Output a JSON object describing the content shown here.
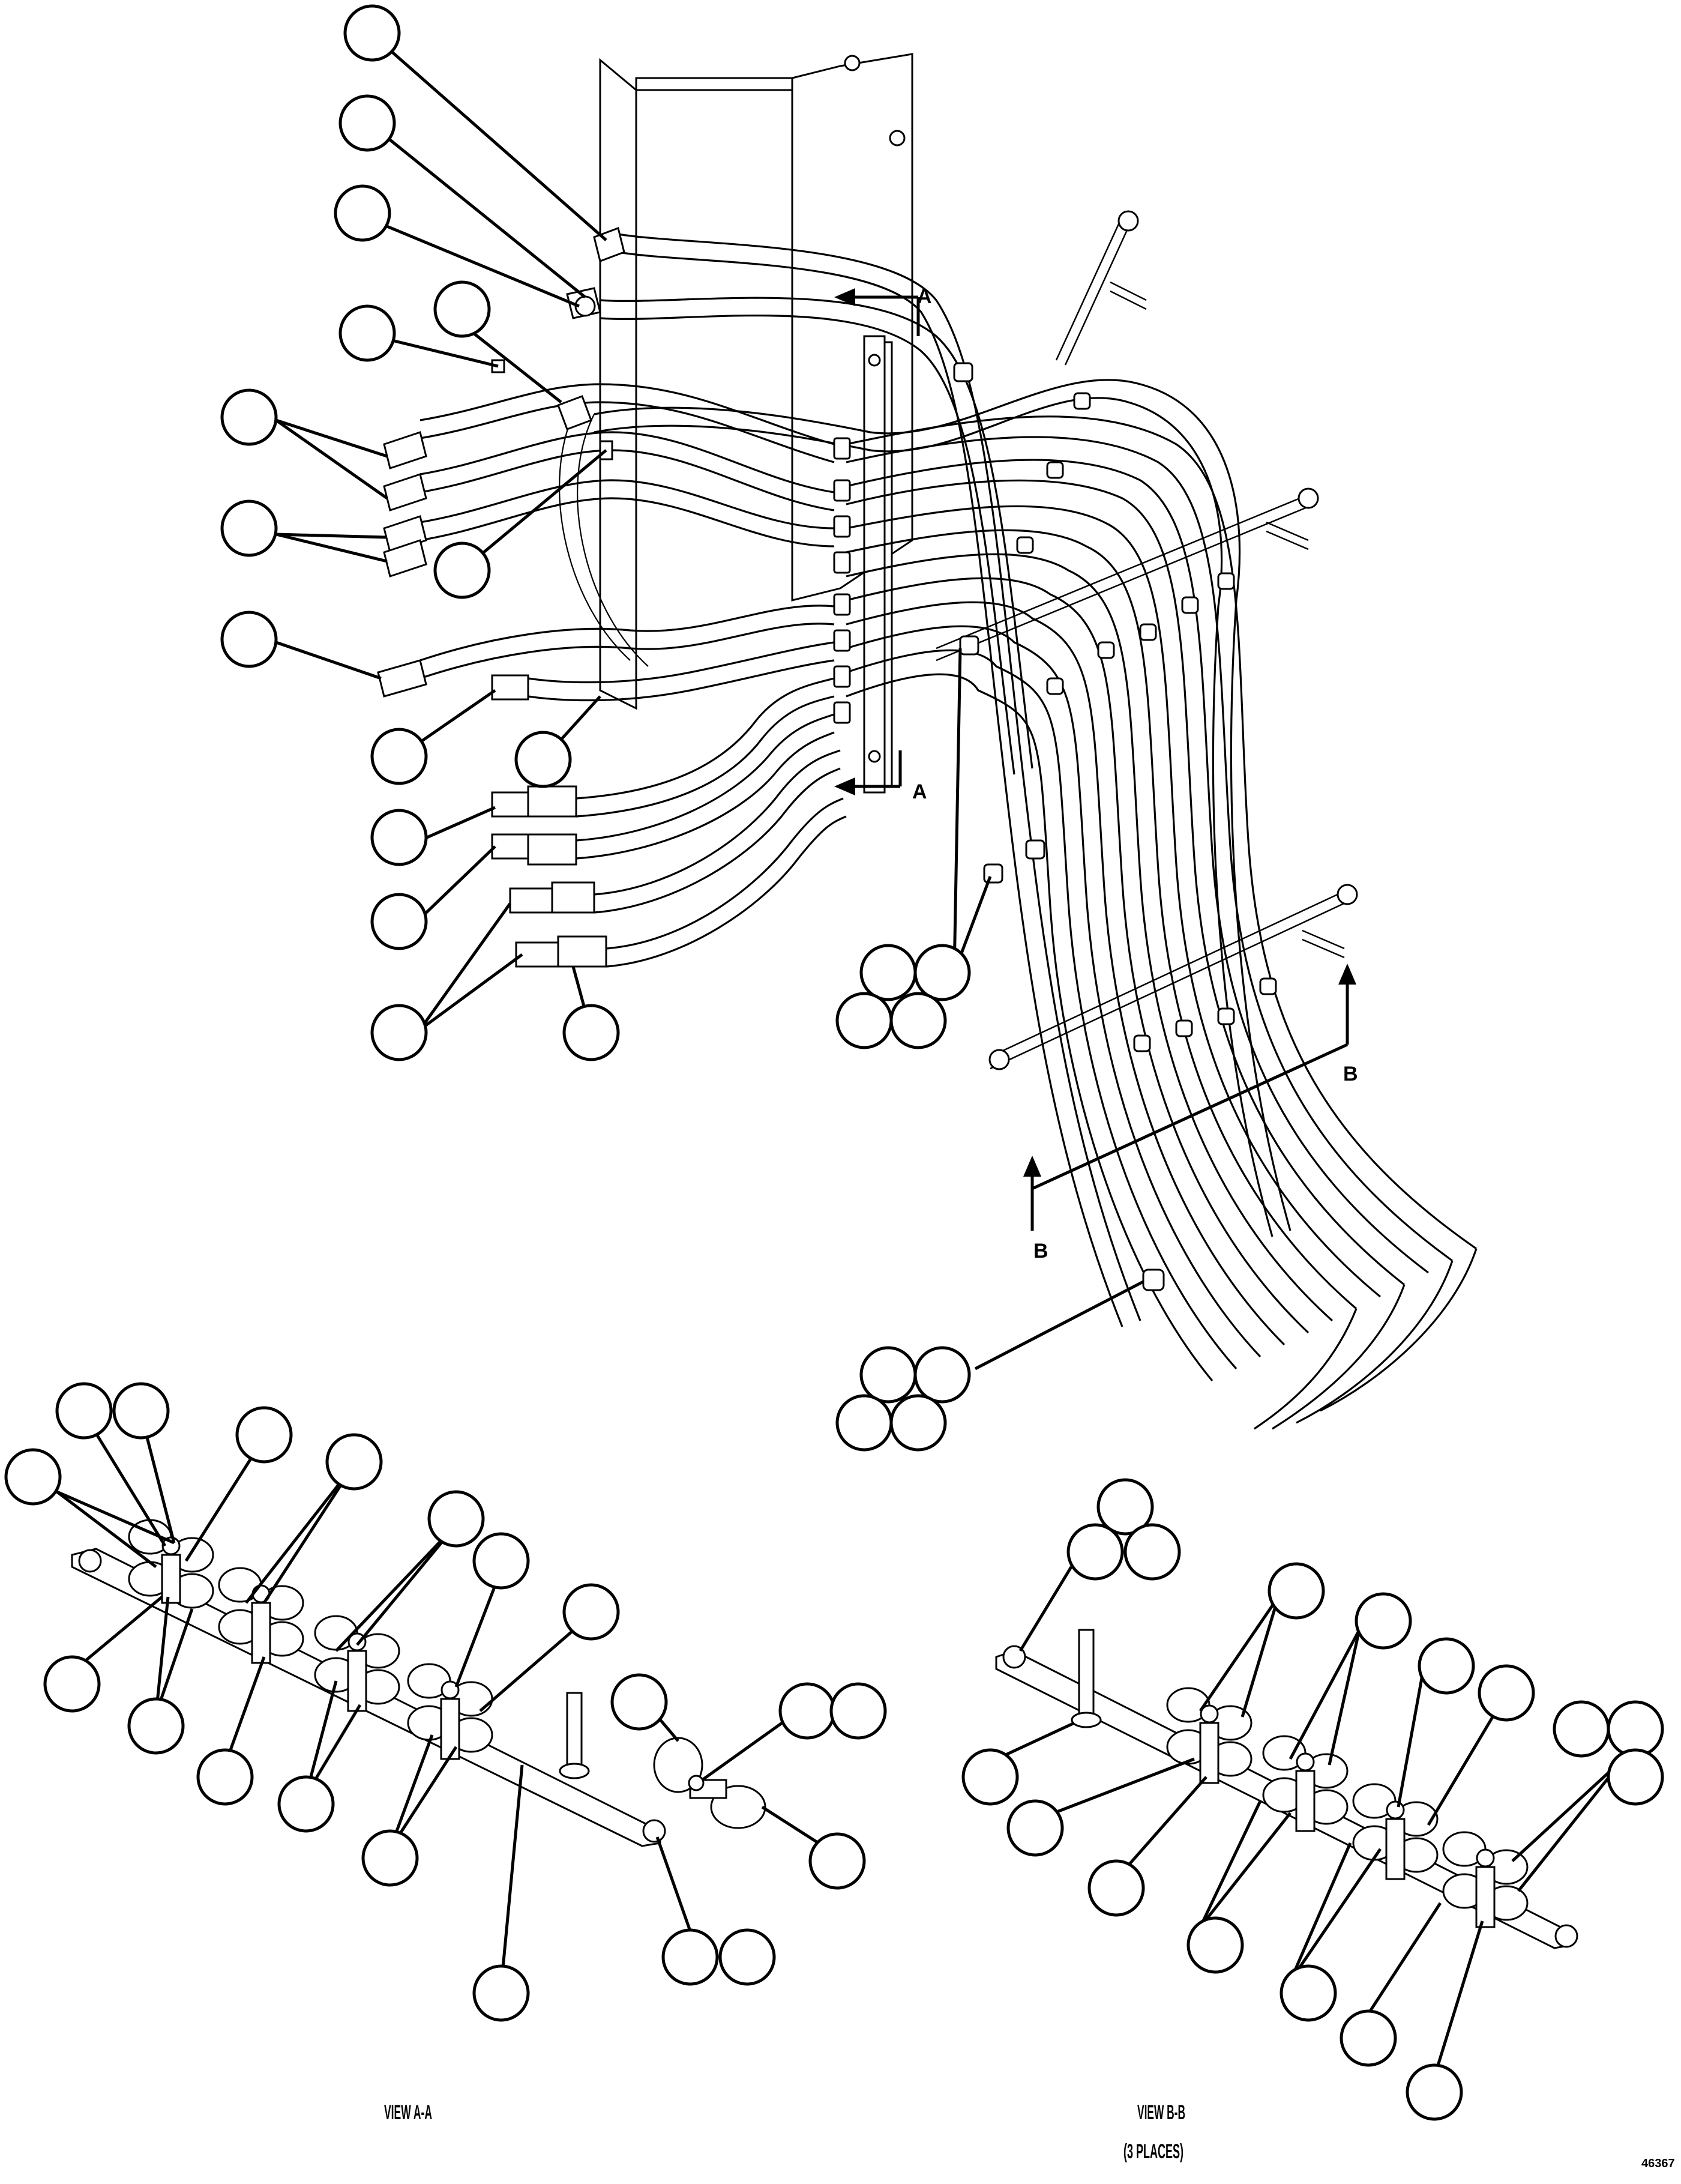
{
  "view_aa": {
    "label": "VIEW A-A"
  },
  "view_bb": {
    "label": "VIEW B-B",
    "note": "(3 PLACES)"
  },
  "section_markers": {
    "a_top": "A",
    "a_bottom": "A",
    "b_right": "B",
    "b_left": "B"
  },
  "drawing_number": "46367"
}
